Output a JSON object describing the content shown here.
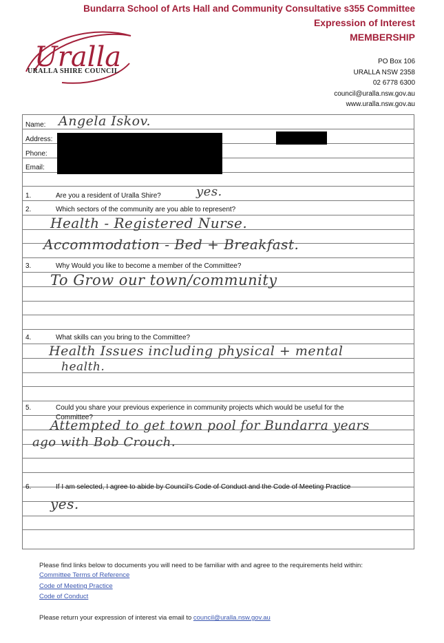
{
  "header": {
    "title": "Bundarra School of Arts Hall and Community Consultative s355 Committee",
    "subtitle": "Expression of Interest",
    "subtitle2": "MEMBERSHIP"
  },
  "logo": {
    "script_text": "Uralla",
    "sub_text": "URALLA SHIRE COUNCIL"
  },
  "contact": {
    "po_box": "PO Box 106",
    "address": "URALLA  NSW 2358",
    "phone": "02 6778 6300",
    "email": "council@uralla.nsw.gov.au",
    "web": "www.uralla.nsw.gov.au"
  },
  "form": {
    "name_label": "Name:",
    "name_value": "Angela Iskov.",
    "address_label": "Address:",
    "phone_label": "Phone:",
    "email_label": "Email:",
    "questions": [
      {
        "num": "1.",
        "text": "Are you a resident of Uralla Shire?",
        "answer": "yes."
      },
      {
        "num": "2.",
        "text": "Which sectors of the community are you able to represent?",
        "answer1": "Health - Registered Nurse.",
        "answer2": "Accommodation - Bed + Breakfast."
      },
      {
        "num": "3.",
        "text": "Why Would you like to become a member of the Committee?",
        "answer1": "To Grow our town/community"
      },
      {
        "num": "4.",
        "text": "What skills can you bring to the Committee?",
        "answer1": "Health Issues including physical + mental",
        "answer2": "health."
      },
      {
        "num": "5.",
        "text": "Could you share your previous experience in community projects which would be useful for the",
        "text2": "Committee?",
        "answer1": "Attempted to get town pool for Bundarra years",
        "answer2": "ago with Bob Crouch."
      },
      {
        "num": "6.",
        "text": "If I am selected, I agree to abide by Council's Code of Conduct and the Code of Meeting Practice",
        "answer1": "yes."
      }
    ]
  },
  "footer": {
    "intro": "Please find links below to documents you will need to be familiar with and agree to the requirements held within:",
    "links": [
      "Committee Terms of Reference",
      "Code of Meeting Practice",
      "Code of Conduct"
    ],
    "return_text": "Please return your expression of interest via email to ",
    "return_email": "council@uralla.nsw.gov.au"
  },
  "colors": {
    "brand": "#a3203a",
    "link": "#3a56b0",
    "redaction": "#000000"
  }
}
